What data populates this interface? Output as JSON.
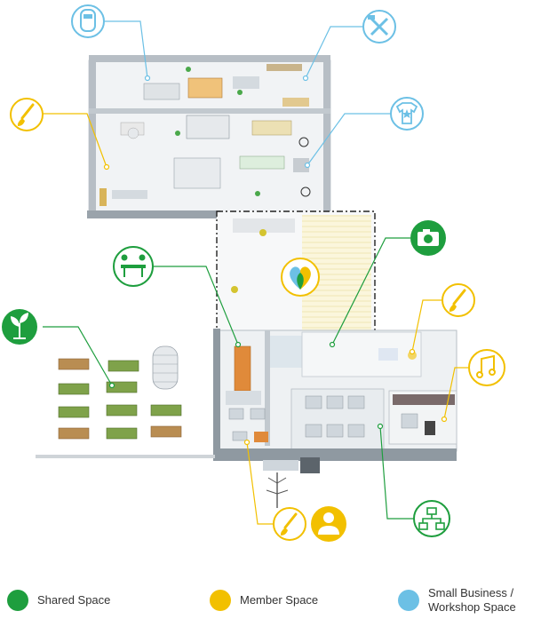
{
  "colors": {
    "shared": "#1e9e3e",
    "member": "#f2c000",
    "small_business": "#6cc0e5",
    "floor": "#eef1f3",
    "wall": "#9aa3ab"
  },
  "legend": [
    {
      "key": "shared",
      "label": "Shared Space",
      "color": "#1e9e3e"
    },
    {
      "key": "member",
      "label": "Member Space",
      "color": "#f2c000"
    },
    {
      "key": "small_business",
      "label": "Small Business /\nWorkshop Space",
      "color": "#6cc0e5"
    }
  ],
  "icons": [
    "welding-mask-icon",
    "tools-icon",
    "paintbrush-icon",
    "tshirt-icon",
    "meeting-table-icon",
    "camera-icon",
    "paintbrush-icon",
    "plant-icon",
    "music-note-icon",
    "network-icon",
    "paintbrush-icon",
    "person-icon"
  ]
}
